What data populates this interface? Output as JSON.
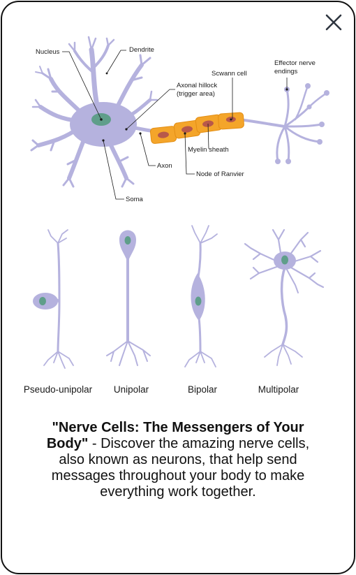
{
  "close": {
    "icon": "close-icon"
  },
  "diagram_labels": {
    "nucleus": "Nucleus",
    "dendrite": "Dendrite",
    "axonal_hillock_1": "Axonal hillock",
    "axonal_hillock_2": "(trigger area)",
    "schwann": "Scwann cell",
    "effector_1": "Effector nerve",
    "effector_2": "endings",
    "myelin": "Myelin sheath",
    "axon": "Axon",
    "ranvier": "Node of Ranvier",
    "soma": "Soma"
  },
  "neuron_types": [
    "Pseudo-unipolar",
    "Unipolar",
    "Bipolar",
    "Multipolar"
  ],
  "caption": {
    "title": "\"Nerve Cells: The Messengers of Your Body\"",
    "body": " - Discover the amazing nerve cells, also known as neurons, that help send messages throughout your body to make everything work together."
  },
  "colors": {
    "neuron": "#b5b2de",
    "neuron_stroke": "#9e9ad0",
    "nucleus": "#5f9e8a",
    "myelin": "#f4a52a",
    "myelin_core": "#b8584a"
  }
}
